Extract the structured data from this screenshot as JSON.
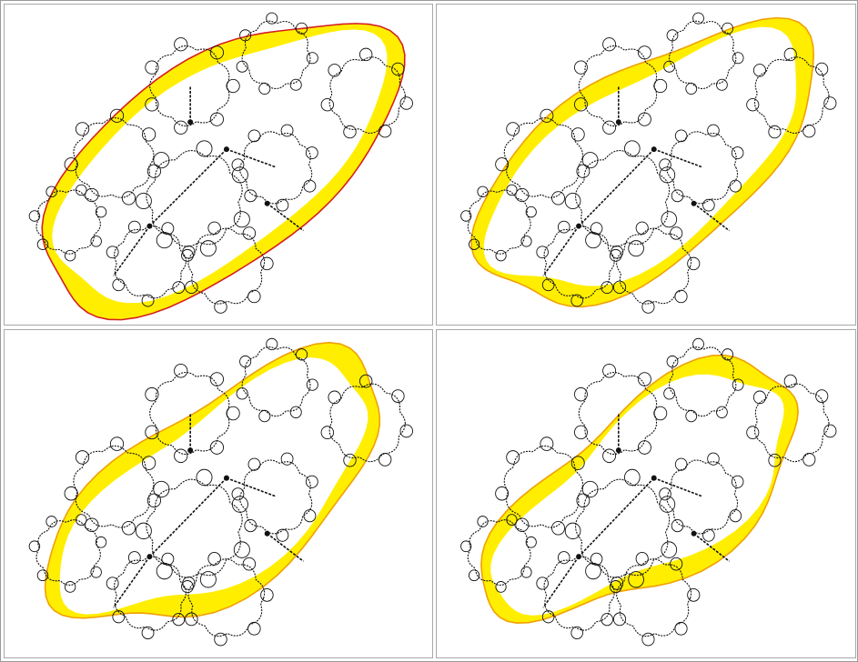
{
  "figure": {
    "panels": [
      {
        "label": "",
        "band_level": 1
      },
      {
        "label": "",
        "band_level": 2
      },
      {
        "label": "",
        "band_level": 3
      },
      {
        "label": "",
        "band_level": 4
      }
    ],
    "colors": {
      "band_fill": "#ffee00",
      "band_edge_outer": "#d42020",
      "band_edge_later": "#f0a000",
      "fractal_ink": "#111111",
      "background": "#ffffff",
      "frame": "#a8a8a8"
    },
    "subject": "julia-set-fractal"
  }
}
